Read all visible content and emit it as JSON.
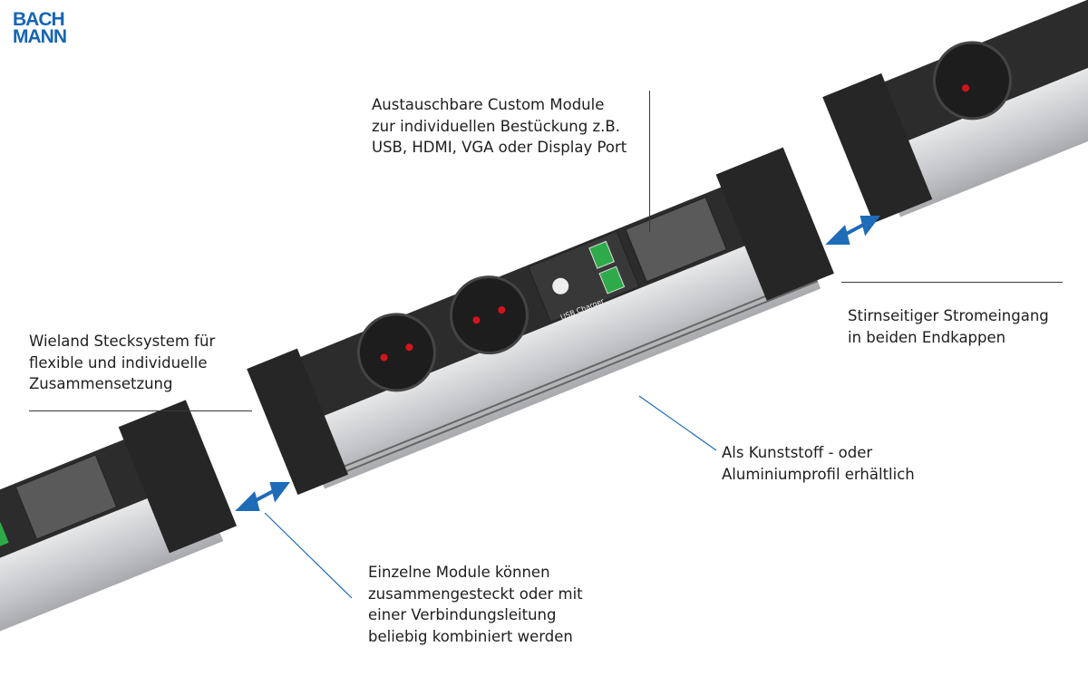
{
  "logo": {
    "line1": "BACH",
    "line2": "MANN"
  },
  "module_label": "USB Charger",
  "annotations": {
    "custom_modules": [
      "Austauschbare Custom Module",
      "zur individuellen Bestückung z.B.",
      "USB, HDMI, VGA oder Display Port"
    ],
    "power_input": [
      "Stirnseitiger Stromeingang",
      "in beiden Endkappen"
    ],
    "wieland": [
      "Wieland Stecksystem für",
      "flexible und individuelle",
      "Zusammensetzung"
    ],
    "profile": [
      "Als Kunststoff - oder",
      "Aluminiumprofil erhältlich"
    ],
    "modules_combined": [
      "Einzelne Module können",
      "zusammengesteckt oder mit",
      "einer Verbindungsleitung",
      "beliebig kombiniert werden"
    ]
  },
  "colors": {
    "brand": "#1565b4",
    "arrow": "#1e6bb8",
    "housing": "#2c2c2c",
    "profile": "#c9cacc",
    "socket_pin": "#d4141c",
    "usb": "#2faa4a"
  }
}
